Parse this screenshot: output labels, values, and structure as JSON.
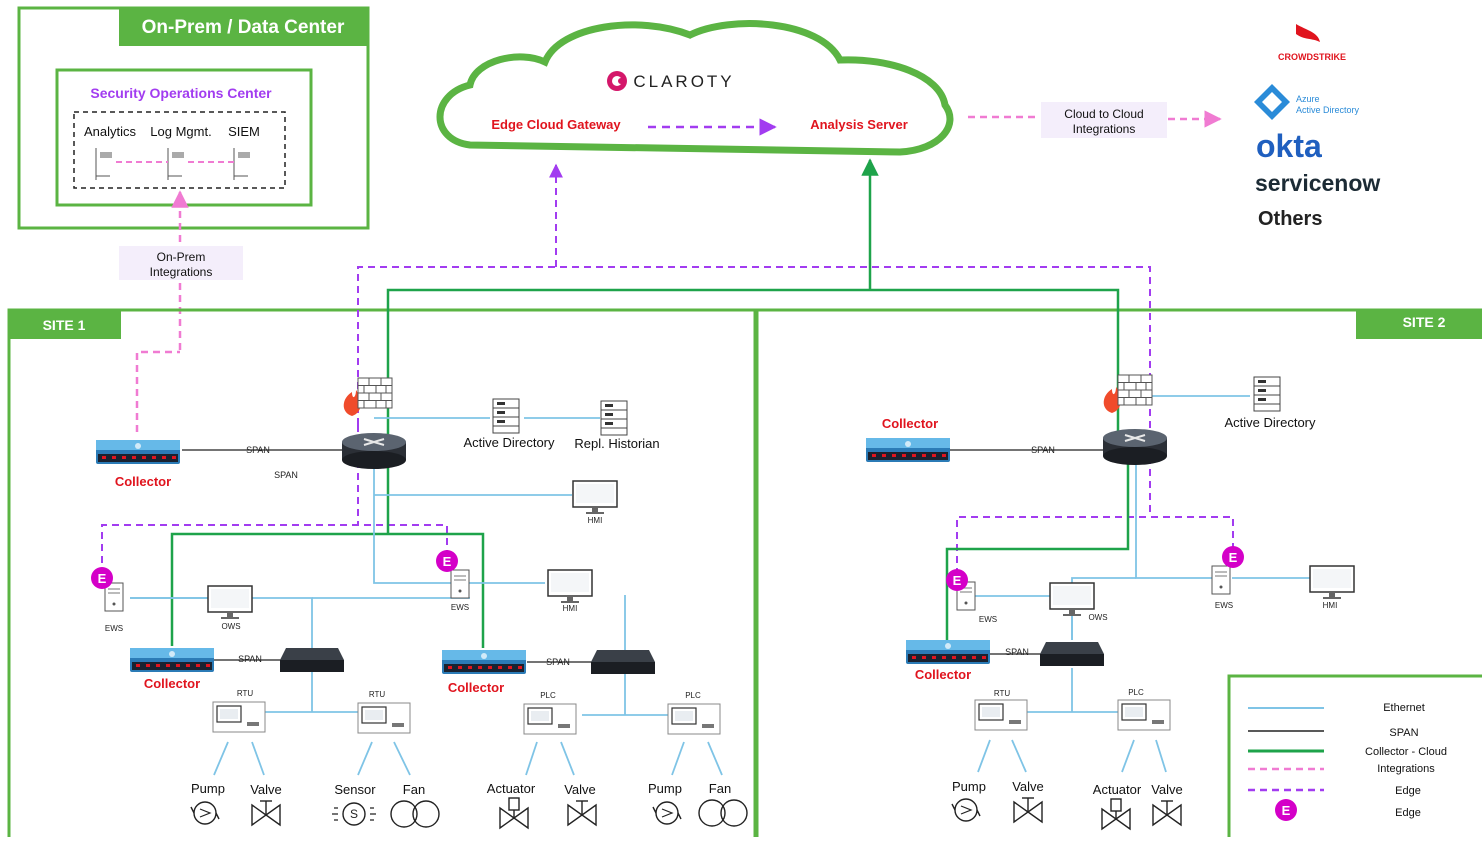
{
  "onprem": {
    "title": "On-Prem / Data Center",
    "soc_title": "Security Operations Center",
    "tools": [
      "Analytics",
      "Log Mgmt.",
      "SIEM"
    ],
    "integrations_label": [
      "On-Prem",
      "Integrations"
    ]
  },
  "cloud": {
    "brand": "CLAROTY",
    "gateway": "Edge Cloud Gateway",
    "server": "Analysis Server",
    "c2c_label": [
      "Cloud to Cloud",
      "Integrations"
    ]
  },
  "integrations": {
    "crowdstrike": "CROWDSTRIKE",
    "azure": [
      "Azure",
      "Active Directory"
    ],
    "okta": "okta",
    "servicenow": "servicenow",
    "others": "Others"
  },
  "site1": {
    "title": "SITE 1",
    "collector": "Collector",
    "span": "SPAN",
    "active_directory": "Active Directory",
    "repl_historian": "Repl. Historian",
    "hmi": "HMI",
    "ews": "EWS",
    "ows": "OWS",
    "rtu": "RTU",
    "plc": "PLC",
    "devices": [
      "Pump",
      "Valve",
      "Sensor",
      "Fan",
      "Actuator",
      "Valve",
      "Pump",
      "Fan"
    ]
  },
  "site2": {
    "title": "SITE 2",
    "collector": "Collector",
    "span": "SPAN",
    "active_directory": "Active Directory",
    "hmi": "HMI",
    "ews": "EWS",
    "ows": "OWS",
    "rtu": "RTU",
    "plc": "PLC",
    "devices": [
      "Pump",
      "Valve",
      "Actuator",
      "Valve"
    ]
  },
  "legend": {
    "ethernet": "Ethernet",
    "span": "SPAN",
    "collector_cloud": [
      "Collector - Cloud",
      "Integrations"
    ],
    "edge": "Edge",
    "edge_badge": "Edge",
    "badge_letter": "E"
  },
  "colors": {
    "green": "#5bb443",
    "cloud_green": "#1ea34a",
    "purple": "#a23cf0",
    "pink": "#f07bd2",
    "ethernet": "#7fc4e6",
    "red": "#e0141e",
    "edge_badge": "#d400c8"
  }
}
